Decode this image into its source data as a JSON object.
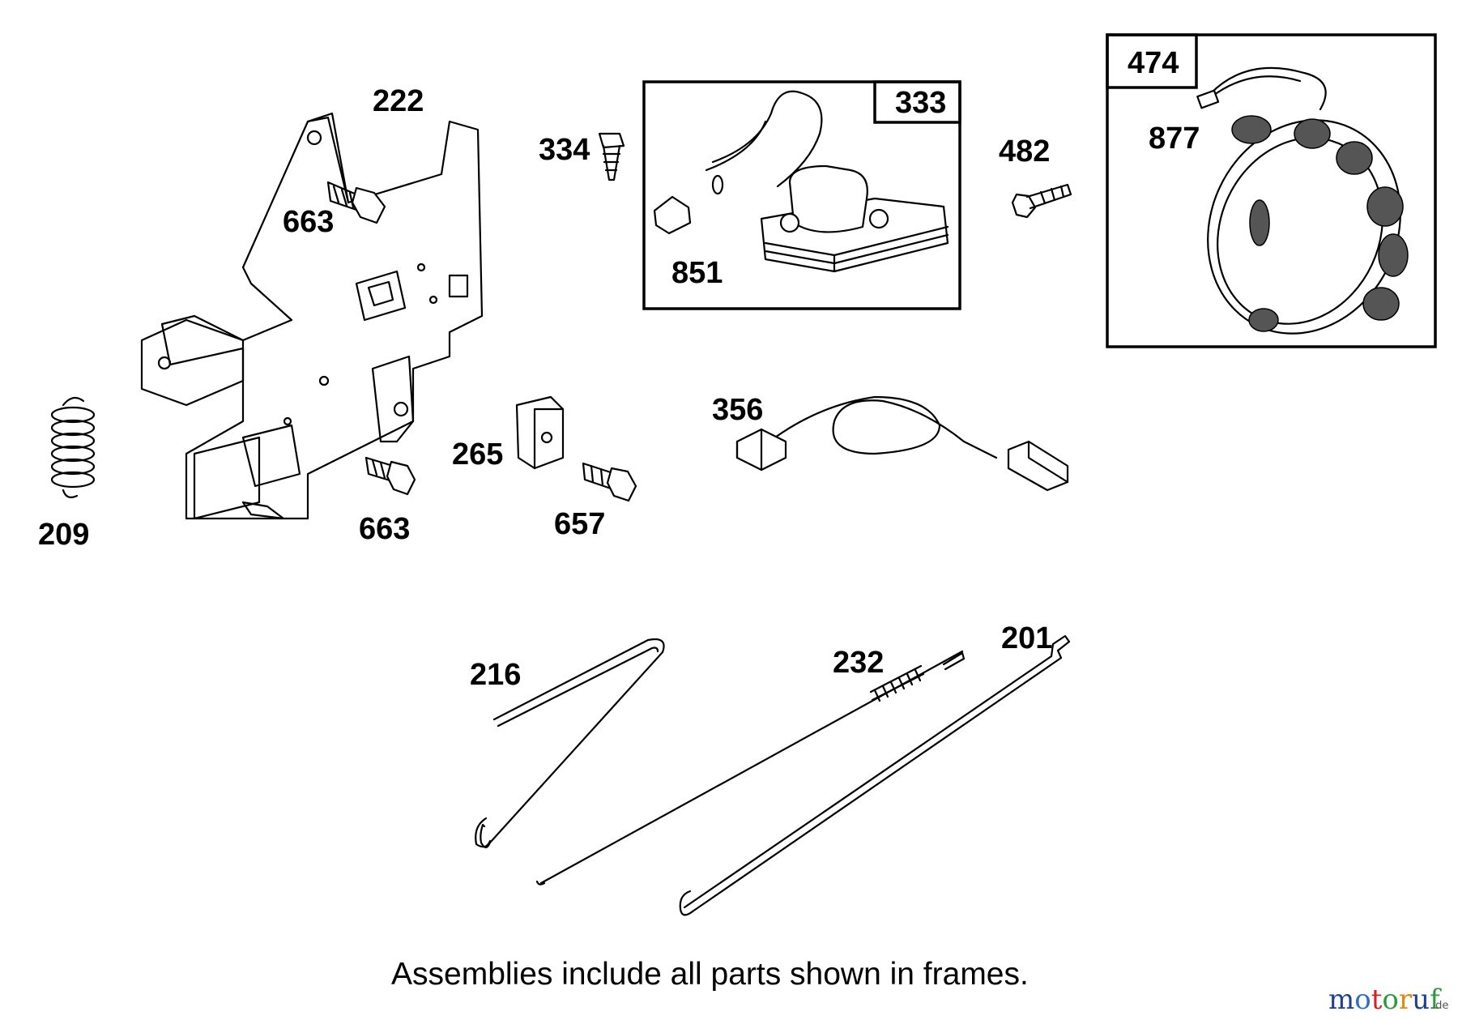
{
  "callouts": {
    "p222": "222",
    "p663a": "663",
    "p663b": "663",
    "p209": "209",
    "p334": "334",
    "p265": "265",
    "p657": "657",
    "p333": "333",
    "p851": "851",
    "p482": "482",
    "p474": "474",
    "p877": "877",
    "p356": "356",
    "p216": "216",
    "p232": "232",
    "p201": "201"
  },
  "caption": "Assemblies include all parts shown in frames.",
  "watermark": {
    "letters": [
      "m",
      "o",
      "t",
      "o",
      "r",
      "u",
      "f"
    ],
    "suffix": ".de",
    "colors": [
      "#1f3f8f",
      "#2f6fbf",
      "#d42020",
      "#2f9a3a",
      "#e08a10",
      "#1f3f8f",
      "#2f9a3a"
    ]
  }
}
